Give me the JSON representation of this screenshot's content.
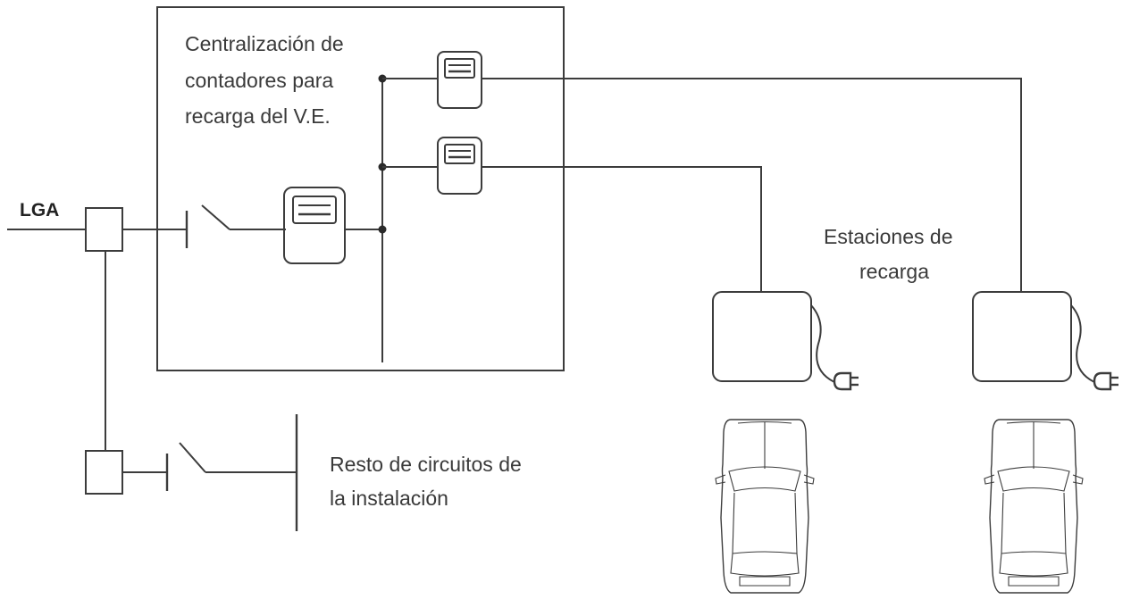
{
  "labels": {
    "lga": "LGA",
    "centralization_line1": "Centralización de",
    "centralization_line2": "contadores para",
    "centralization_line3": "recarga del V.E.",
    "stations_line1": "Estaciones de",
    "stations_line2": "recarga",
    "rest_line1": "Resto de circuitos de",
    "rest_line2": "la instalación"
  },
  "colors": {
    "line": "#3c3c3c",
    "text": "#3a3a3a",
    "background": "#ffffff"
  }
}
